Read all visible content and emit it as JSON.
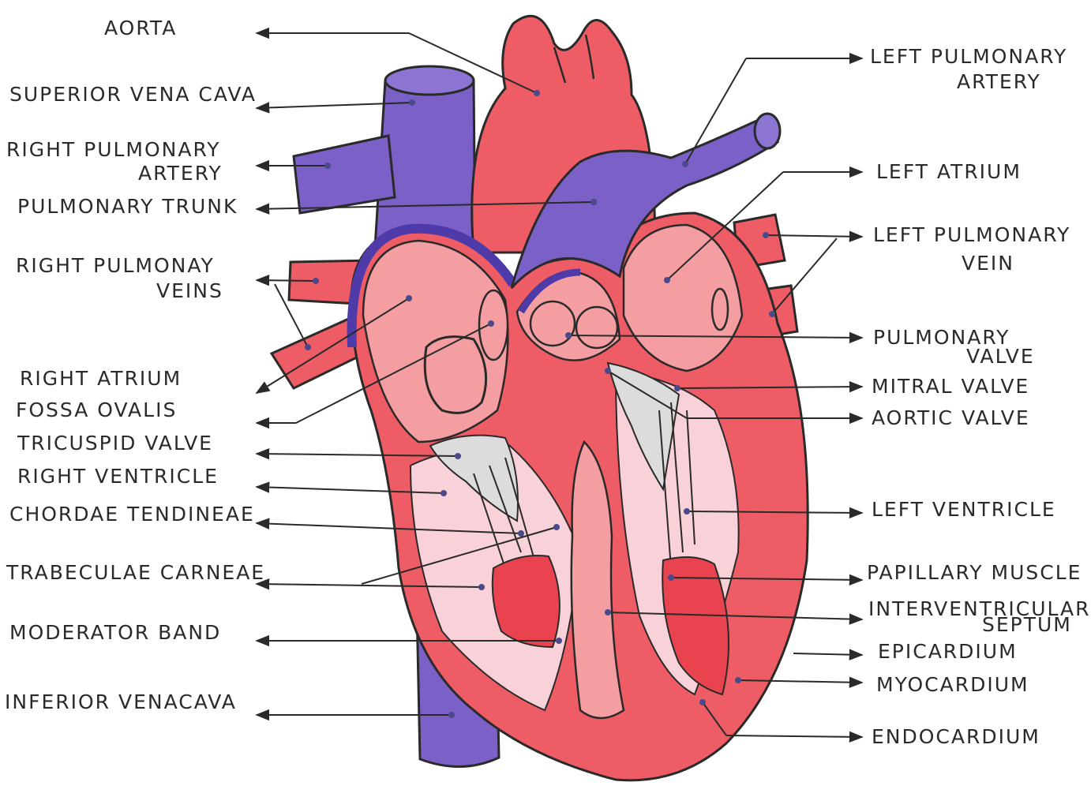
{
  "colors": {
    "red": "#ee5d66",
    "light_red": "#f59ea2",
    "pink": "#f8d2d8",
    "purple": "#7b60c7",
    "dark_purple": "#4e3aa8",
    "outline": "#2a2a2a",
    "valve_gray": "#dcdcdc"
  },
  "labels": {
    "left": {
      "aorta": "AORTA",
      "superior_vena_cava": "SUPERIOR VENA CAVA",
      "right_pulmonary_artery_1": "RIGHT PULMONARY",
      "right_pulmonary_artery_2": "ARTERY",
      "pulmonary_trunk": "PULMONARY TRUNK",
      "right_pulmonary_veins_1": "RIGHT PULMONAY",
      "right_pulmonary_veins_2": "VEINS",
      "right_atrium": "RIGHT ATRIUM",
      "fossa_ovalis": "FOSSA OVALIS",
      "tricuspid_valve": "TRICUSPID VALVE",
      "right_ventricle": "RIGHT VENTRICLE",
      "chordae_tendineae": "CHORDAE TENDINEAE",
      "trabeculae_carneae": "TRABECULAE CARNEAE",
      "moderator_band": "MODERATOR BAND",
      "inferior_venacava": "INFERIOR VENACAVA"
    },
    "right": {
      "left_pulmonary_artery_1": "LEFT PULMONARY",
      "left_pulmonary_artery_2": "ARTERY",
      "left_atrium": "LEFT ATRIUM",
      "left_pulmonary_vein_1": "LEFT PULMONARY",
      "left_pulmonary_vein_2": "VEIN",
      "pulmonary_valve_1": "PULMONARY",
      "pulmonary_valve_2": "VALVE",
      "mitral_valve": "MITRAL VALVE",
      "aortic_valve": "AORTIC VALVE",
      "left_ventricle": "LEFT VENTRICLE",
      "papillary_muscle": "PAPILLARY MUSCLE",
      "interventricular_septum_1": "INTERVENTRICULAR",
      "interventricular_septum_2": "SEPTUM",
      "epicardium": "EPICARDIUM",
      "myocardium": "MYOCARDIUM",
      "endocardium": "ENDOCARDIUM"
    }
  }
}
